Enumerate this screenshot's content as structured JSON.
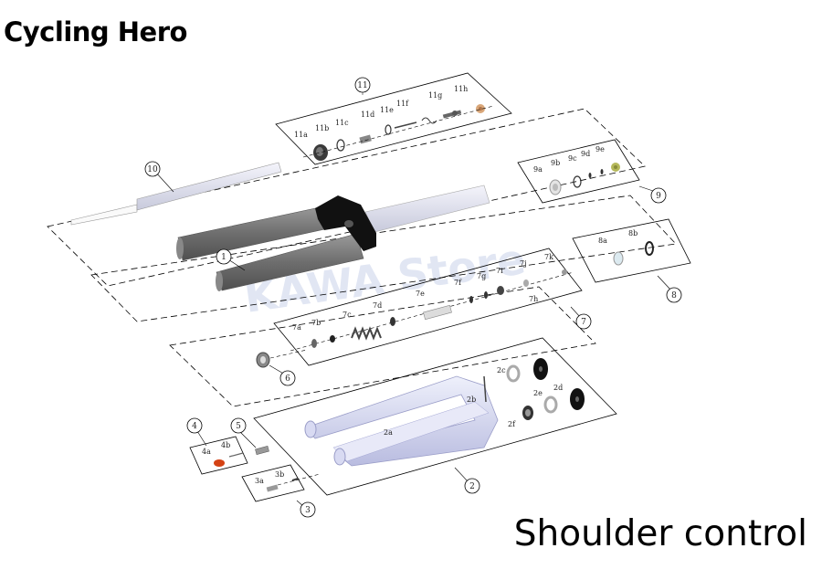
{
  "brand": "Cycling Hero",
  "caption": "Shoulder control",
  "watermark": "KAWA Store",
  "callouts": [
    "1",
    "2",
    "3",
    "4",
    "5",
    "6",
    "7",
    "8",
    "9",
    "10",
    "11"
  ],
  "part_labels": {
    "g11": [
      "11a",
      "11b",
      "11c",
      "11d",
      "11e",
      "11f",
      "11g",
      "11h"
    ],
    "g9": [
      "9a",
      "9b",
      "9c",
      "9d",
      "9e"
    ],
    "g8": [
      "8a",
      "8b"
    ],
    "g7": [
      "7a",
      "7b",
      "7c",
      "7d",
      "7e",
      "7f",
      "7g",
      "7i",
      "7j",
      "7k",
      "7h"
    ],
    "g2": [
      "2a",
      "2b",
      "2c",
      "2d",
      "2e",
      "2f"
    ],
    "g4": [
      "4a",
      "4b"
    ],
    "g3": [
      "3a",
      "3b"
    ]
  }
}
